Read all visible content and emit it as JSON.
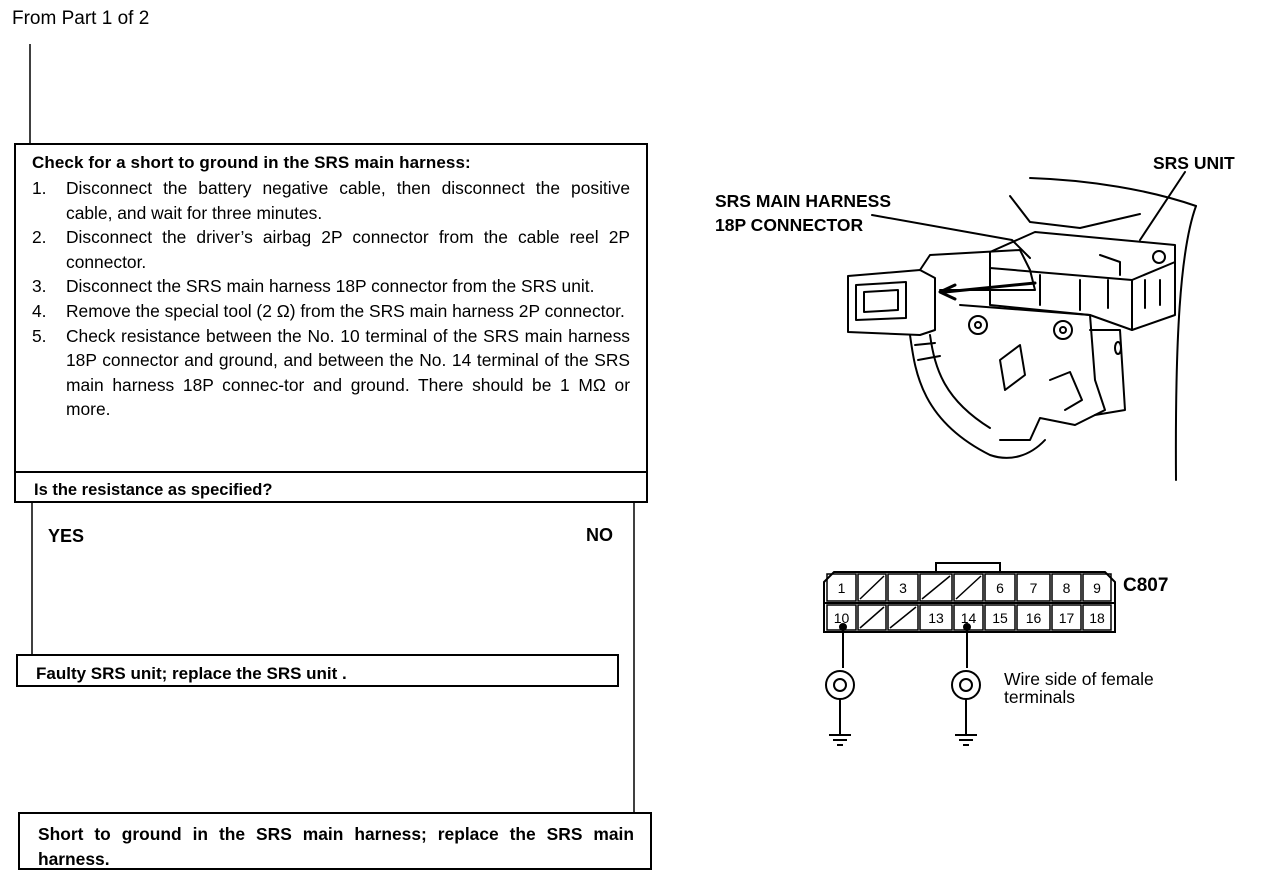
{
  "header": {
    "from_text": "From Part 1 of 2"
  },
  "check_box": {
    "title": "Check for a short to ground in the SRS main harness:",
    "steps": [
      {
        "num": "1.",
        "text": "Disconnect the battery negative cable, then disconnect the positive cable, and wait for three minutes."
      },
      {
        "num": "2.",
        "text": "Disconnect the driver’s airbag 2P connector from the cable reel 2P connector."
      },
      {
        "num": "3.",
        "text": "Disconnect the SRS main harness 18P connector from the SRS unit."
      },
      {
        "num": "4.",
        "text": "Remove the special tool (2 Ω) from the SRS main harness 2P connector."
      },
      {
        "num": "5.",
        "text": "Check resistance between the No. 10 terminal of the SRS main harness 18P connector and ground, and between the No. 14 terminal of the SRS main harness 18P connec-tor and ground. There should be 1 MΩ or more."
      }
    ]
  },
  "question": "Is the resistance as specified?",
  "branches": {
    "yes": "YES",
    "no": "NO"
  },
  "results": {
    "faulty_unit": "Faulty SRS unit; replace the SRS unit .",
    "short_harness": "Short to ground in the SRS main harness; replace the SRS main harness."
  },
  "illustration": {
    "harness_label_line1": "SRS MAIN HARNESS",
    "harness_label_line2": "18P CONNECTOR",
    "unit_label": "SRS UNIT"
  },
  "connector": {
    "id": "C807",
    "top_row": [
      "1",
      "",
      "3",
      "",
      "",
      "6",
      "7",
      "8",
      "9"
    ],
    "bottom_row": [
      "10",
      "",
      "",
      "13",
      "14",
      "15",
      "16",
      "17",
      "18"
    ],
    "wire_side_line1": "Wire side of female",
    "wire_side_line2": "terminals"
  }
}
